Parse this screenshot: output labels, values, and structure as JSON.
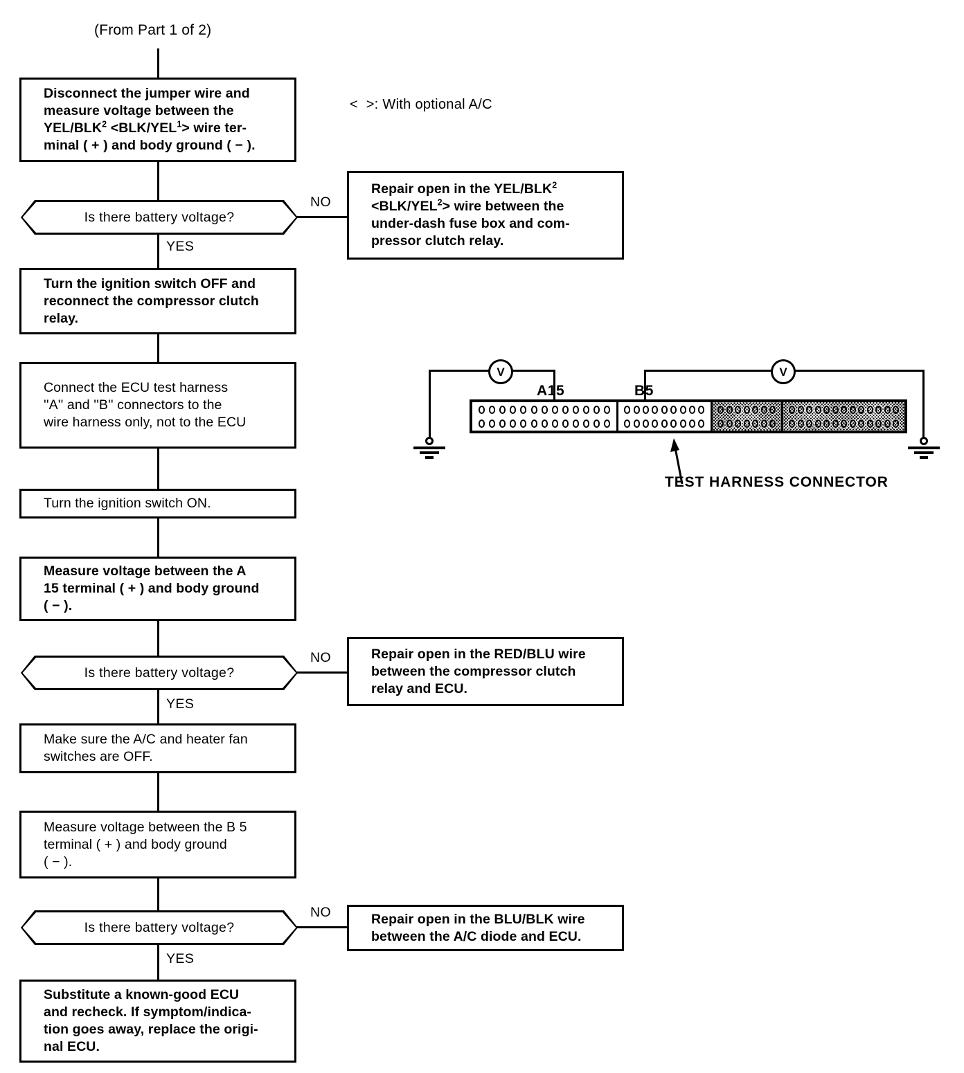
{
  "title_note": "(From Part 1 of 2)",
  "legend": "<  >: With optional A/C",
  "labels": {
    "yes": "YES",
    "no": "NO"
  },
  "steps": [
    {
      "id": "disconnect-jumper",
      "text": "Disconnect the jumper wire and measure voltage between the YEL/BLK² <BLK/YEL¹> wire terminal ( + ) and body ground ( − ).",
      "weight": "bold"
    },
    {
      "id": "ignition-off-reconnect",
      "text": "Turn the ignition switch OFF and reconnect the compressor clutch relay.",
      "weight": "bold"
    },
    {
      "id": "connect-ecu-test-harness",
      "text": "Connect the ECU test harness ''A'' and ''B'' connectors to the wire harness only, not to the ECU",
      "weight": "light"
    },
    {
      "id": "ignition-on",
      "text": "Turn the ignition switch ON.",
      "weight": "light"
    },
    {
      "id": "measure-a15",
      "text": "Measure voltage between the A 15 terminal ( + ) and body ground ( − ).",
      "weight": "bold"
    },
    {
      "id": "ac-heater-fan-off",
      "text": "Make sure the A/C and heater fan switches are OFF.",
      "weight": "light"
    },
    {
      "id": "measure-b5",
      "text": "Measure voltage between the B 5 terminal ( + ) and body ground ( − ).",
      "weight": "light"
    },
    {
      "id": "substitute-ecu",
      "text": "Substitute a known-good ECU and recheck. If symptom/indication goes away, replace the original ECU.",
      "weight": "bold"
    }
  ],
  "decisions": [
    {
      "id": "battery-voltage-1",
      "text": "Is there battery voltage?"
    },
    {
      "id": "battery-voltage-2",
      "text": "Is there battery voltage?"
    },
    {
      "id": "battery-voltage-3",
      "text": "Is there battery voltage?"
    }
  ],
  "outcomes": [
    {
      "id": "repair-yel-blk",
      "text": "Repair open in the YEL/BLK² <BLK/YEL²> wire between the under-dash fuse box and compressor clutch relay."
    },
    {
      "id": "repair-red-blu",
      "text": "Repair open in the RED/BLU wire between the compressor clutch relay and ECU."
    },
    {
      "id": "repair-blu-blk",
      "text": "Repair open in the BLU/BLK wire between the A/C diode and ECU."
    }
  ],
  "figure": {
    "caption": "TEST HARNESS CONNECTOR",
    "pin_labels": {
      "a": "A15",
      "b": "B5"
    },
    "meter_symbol": "V",
    "segments": [
      {
        "name": "connector-a",
        "pins_per_row": 13,
        "rows": 2,
        "shaded": false
      },
      {
        "name": "connector-b",
        "pins_per_row": 9,
        "rows": 2,
        "shaded": false
      },
      {
        "name": "harness-c",
        "pins_per_row": 7,
        "rows": 2,
        "shaded": true
      },
      {
        "name": "harness-d",
        "pins_per_row": 13,
        "rows": 2,
        "shaded": true
      }
    ]
  },
  "colors": {
    "ink": "#000000",
    "paper": "#ffffff"
  }
}
